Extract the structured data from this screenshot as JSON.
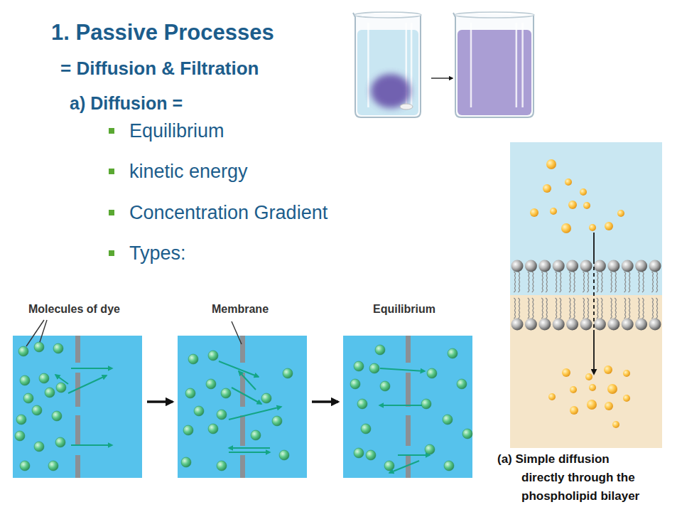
{
  "diagram": {
    "title": "1. Passive Processes",
    "nodes": [
      {
        "text": [
          "Molecules of dye"
        ]
      },
      {
        "text": [
          "Membrane"
        ]
      },
      {
        "text": [
          "Equilibrium"
        ]
      }
    ],
    "edges": [
      {
        "from": 0,
        "to": 1,
        "arrow": "to"
      },
      {
        "from": 1,
        "to": 2,
        "arrow": "to"
      }
    ],
    "labels": [
      "= Diffusion & Filtration",
      "a) Diffusion =",
      "Equilibrium",
      "kinetic energy",
      "Concentration Gradient",
      "Types:",
      "(a) Simple diffusion directly through the phospholipid bilayer"
    ]
  }
}
